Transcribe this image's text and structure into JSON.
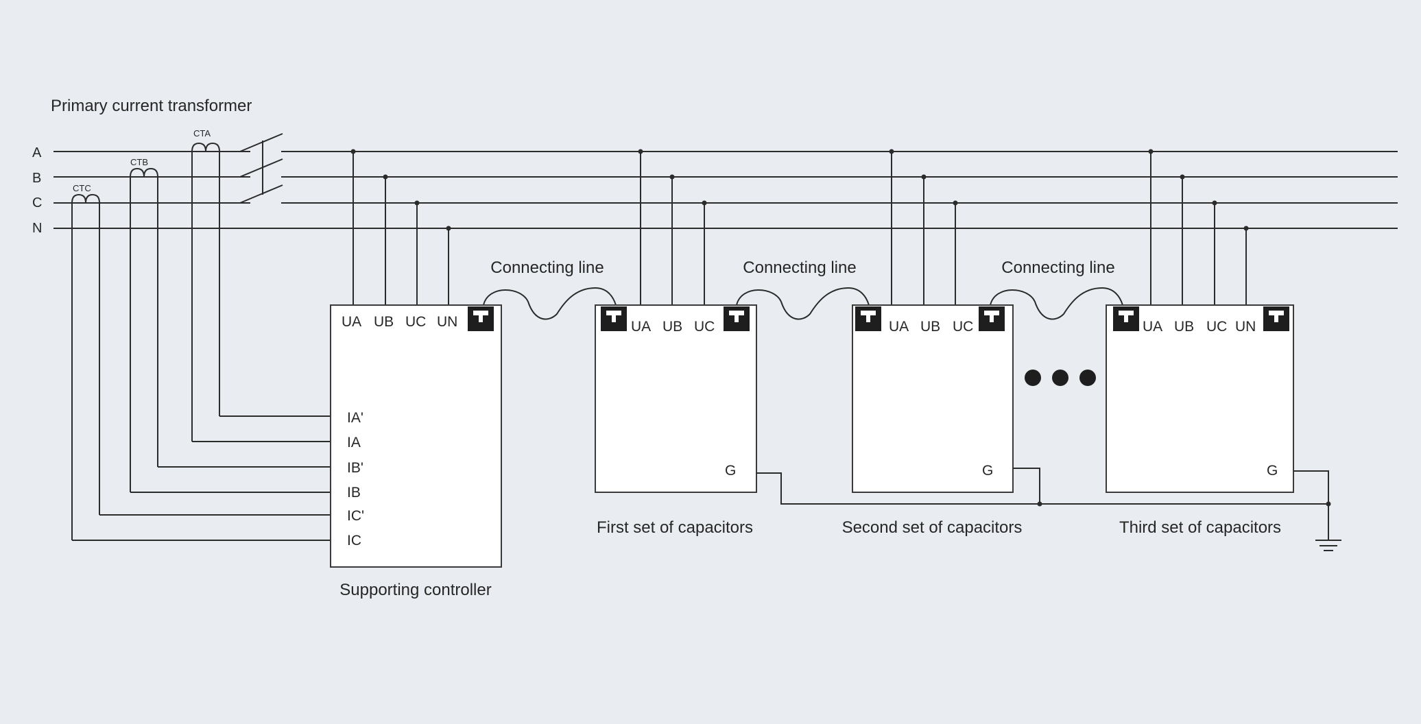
{
  "colors": {
    "background": "#e9edf1",
    "line": "#2b2b2b",
    "box_fill": "#ffffff",
    "icon_fill": "#1e1e1e"
  },
  "diagram": {
    "ct_title": "Primary current transformer",
    "phases": [
      "A",
      "B",
      "C",
      "N"
    ],
    "current_transformers": [
      "CTA",
      "CTB",
      "CTC"
    ],
    "controller": {
      "title": "Supporting controller",
      "voltage_terminals": [
        "UA",
        "UB",
        "UC",
        "UN"
      ],
      "current_terminals": [
        "IA'",
        "IA",
        "IB'",
        "IB",
        "IC'",
        "IC"
      ]
    },
    "connecting_line_label": "Connecting line",
    "capacitors": [
      {
        "title": "First set of capacitors",
        "terminals": [
          "UA",
          "UB",
          "UC"
        ],
        "ground_label": "G"
      },
      {
        "title": "Second set of capacitors",
        "terminals": [
          "UA",
          "UB",
          "UC"
        ],
        "ground_label": "G"
      },
      {
        "title": "Third set of capacitors",
        "terminals": [
          "UA",
          "UB",
          "UC",
          "UN"
        ],
        "ground_label": "G"
      }
    ],
    "ellipsis_icon": "three-dots",
    "ground_icon": "ground-symbol",
    "comm_port_icon": "port-icon"
  }
}
